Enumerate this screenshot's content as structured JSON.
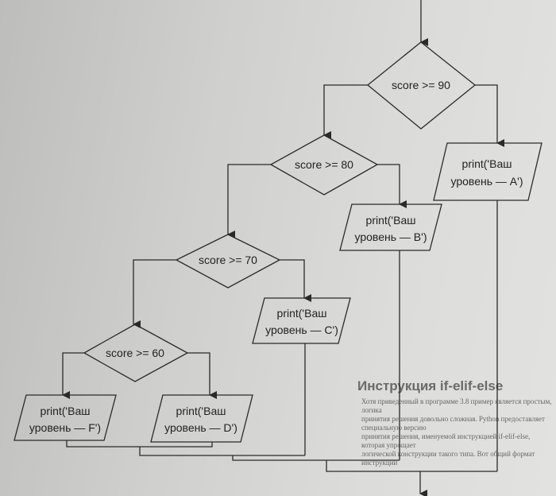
{
  "flowchart": {
    "decisions": [
      {
        "label": "score >= 90"
      },
      {
        "label": "score >= 80"
      },
      {
        "label": "score >= 70"
      },
      {
        "label": "score >= 60"
      }
    ],
    "outputs": [
      {
        "line1": "print('Ваш",
        "line2": "уровень — A')"
      },
      {
        "line1": "print('Ваш",
        "line2": "уровень — B')"
      },
      {
        "line1": "print('Ваш",
        "line2": "уровень — C')"
      },
      {
        "line1": "print('Ваш",
        "line2": "уровень — D')"
      },
      {
        "line1": "print('Ваш",
        "line2": "уровень — F')"
      }
    ]
  },
  "page": {
    "heading": "Инструкция if-elif-else",
    "paragraph": [
      "Хотя приведенный в программе 3.8 пример является простым, логика",
      "принятия решения довольно сложная. Python предоставляет специальную версию",
      "принятия решения, именуемой инструкцией if-elif-else, которая упрощает",
      "логической конструкции такого типа. Вот общий формат инструкции"
    ]
  }
}
